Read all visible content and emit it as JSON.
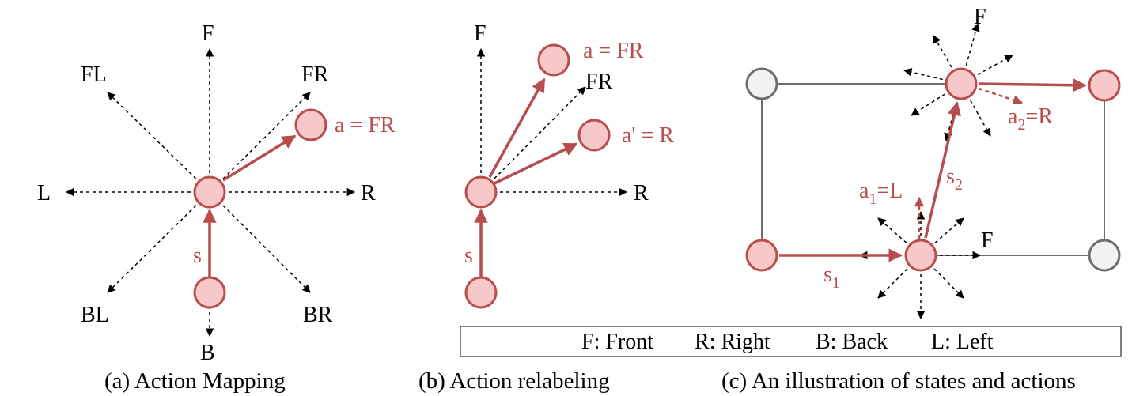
{
  "colors": {
    "accent": "#b84d4d",
    "node_fill": "#f6c8c8",
    "gray_node": "#f2f2f2",
    "edge": "#6e6e6e"
  },
  "panel_a": {
    "directions": {
      "F": "F",
      "FL": "FL",
      "FR": "FR",
      "L": "L",
      "R": "R",
      "BL": "BL",
      "BR": "BR",
      "B": "B"
    },
    "action_label": "a = FR",
    "state_label": "s",
    "caption": "(a) Action Mapping"
  },
  "panel_b": {
    "directions": {
      "F": "F",
      "FR": "FR",
      "R": "R"
    },
    "action_label": "a = FR",
    "relabeled_label": "a' = R",
    "state_label": "s",
    "caption": "(b) Action relabeling"
  },
  "panel_c": {
    "F_top": "F",
    "F_bottom": "F",
    "a1": {
      "base": "a",
      "sub": "1",
      "rest": "=L"
    },
    "a2": {
      "base": "a",
      "sub": "2",
      "rest": "=R"
    },
    "s1": {
      "base": "s",
      "sub": "1"
    },
    "s2": {
      "base": "s",
      "sub": "2"
    },
    "caption": "(c) An illustration of states and actions"
  },
  "legend": {
    "front": "F: Front",
    "right": "R: Right",
    "back": "B: Back",
    "left": "L: Left"
  }
}
